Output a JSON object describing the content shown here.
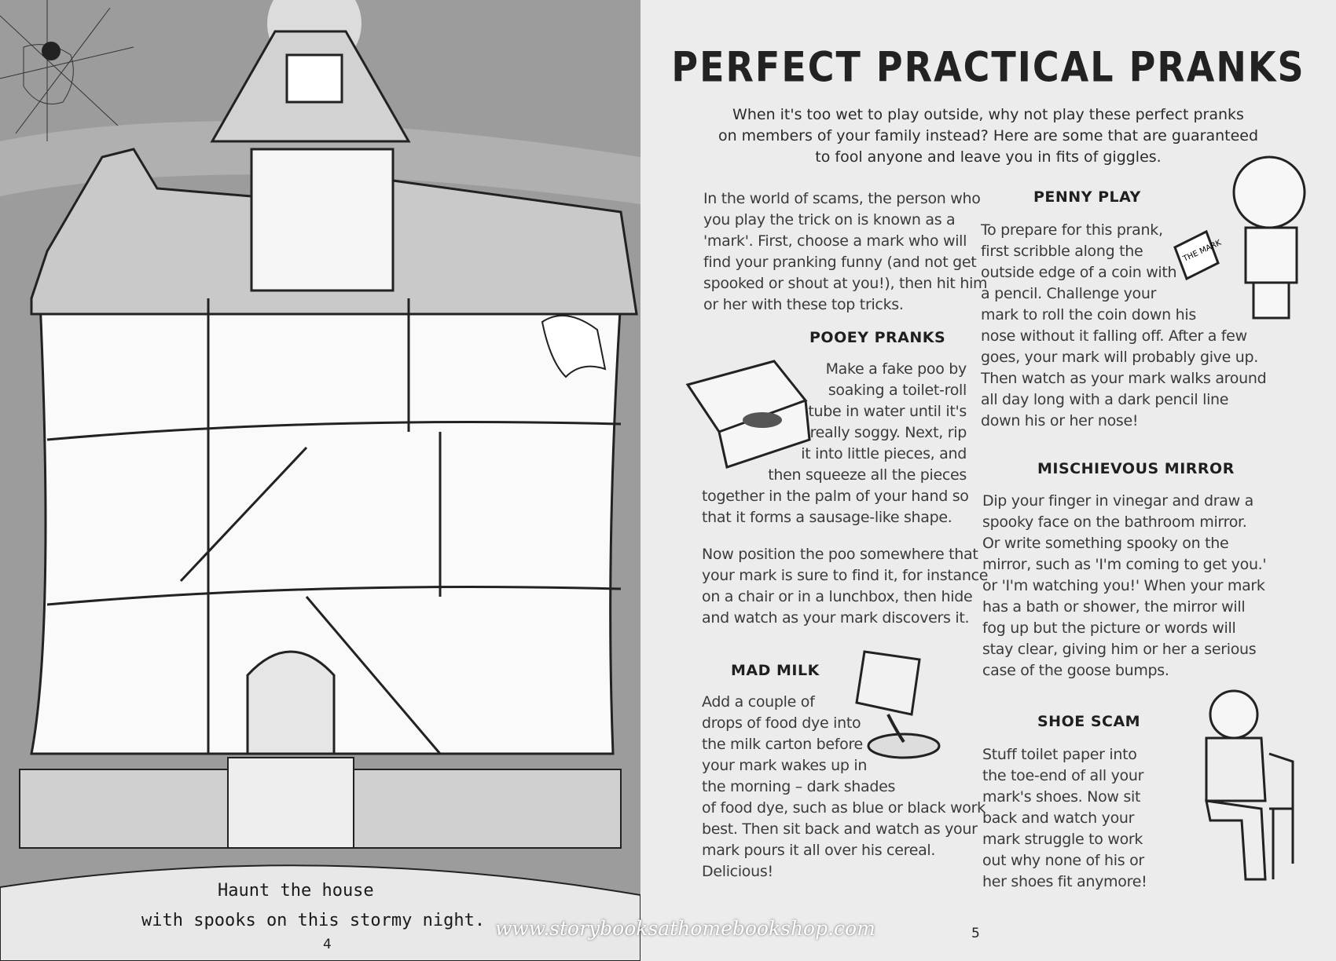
{
  "left_page": {
    "caption_lines": [
      "Haunt the house",
      "with spooks on this stormy night."
    ],
    "page_number": "4"
  },
  "right_page": {
    "title": "PERFECT PRACTICAL PRANKS",
    "intro_lines": [
      "When it's too wet to play outside, why not play these perfect pranks",
      "on members of your family instead? Here are some that are guaranteed",
      "to fool anyone and leave you in fits of giggles."
    ],
    "opening_lines": [
      "In the world of scams, the person who",
      "you play the trick on is known as a",
      "'mark'. First, choose a mark who will",
      "find your pranking funny (and not get",
      "spooked or shout at you!), then hit him",
      "or her with these top tricks."
    ],
    "pooey": {
      "heading": "POOEY PRANKS",
      "lines_a": [
        "Make a fake poo by",
        "soaking a toilet-roll",
        "tube in water until it's",
        "really soggy. Next, rip",
        "it into little pieces, and",
        "then squeeze all the pieces",
        "together in the palm of your hand so",
        "that it forms a sausage-like shape."
      ],
      "lines_b": [
        "Now position the poo somewhere that",
        "your mark is sure to find it, for instance",
        "on a chair or in a lunchbox, then hide",
        "and watch as your mark discovers it."
      ]
    },
    "mad_milk": {
      "heading": "MAD MILK",
      "lines": [
        "Add a couple of",
        "drops of food dye into",
        "the milk carton before",
        "your mark wakes up in",
        "the morning – dark shades",
        "of food dye, such as blue or black work",
        "best. Then sit back and watch as your",
        "mark pours it all over his cereal.",
        "Delicious!"
      ]
    },
    "penny": {
      "heading": "PENNY PLAY",
      "lines": [
        "To prepare for this prank,",
        "first scribble along the",
        "outside edge of a coin with",
        "a pencil. Challenge your",
        "mark to roll the coin down his",
        "nose without it falling off. After a few",
        "goes, your mark will probably give up.",
        "Then watch as your mark walks around",
        "all day long with a dark pencil line",
        "down his or her nose!"
      ],
      "sign": "THE MARK"
    },
    "mirror": {
      "heading": "MISCHIEVOUS MIRROR",
      "lines": [
        "Dip your finger in vinegar and draw a",
        "spooky face on the bathroom mirror.",
        "Or write something spooky on the",
        "mirror, such as 'I'm coming to get you.'",
        "or 'I'm watching you!' When your mark",
        "has a bath or shower, the mirror will",
        "fog up but the picture or words will",
        "stay clear, giving him or her a serious",
        "case of the goose bumps."
      ]
    },
    "shoe": {
      "heading": "SHOE SCAM",
      "lines": [
        "Stuff toilet paper into",
        "the toe-end of all your",
        "mark's shoes. Now sit",
        "back and watch your",
        "mark struggle to work",
        "out why none of his or",
        "her shoes fit anymore!"
      ]
    },
    "page_number": "5"
  },
  "watermark": "www.storybooksathomebookshop.com"
}
